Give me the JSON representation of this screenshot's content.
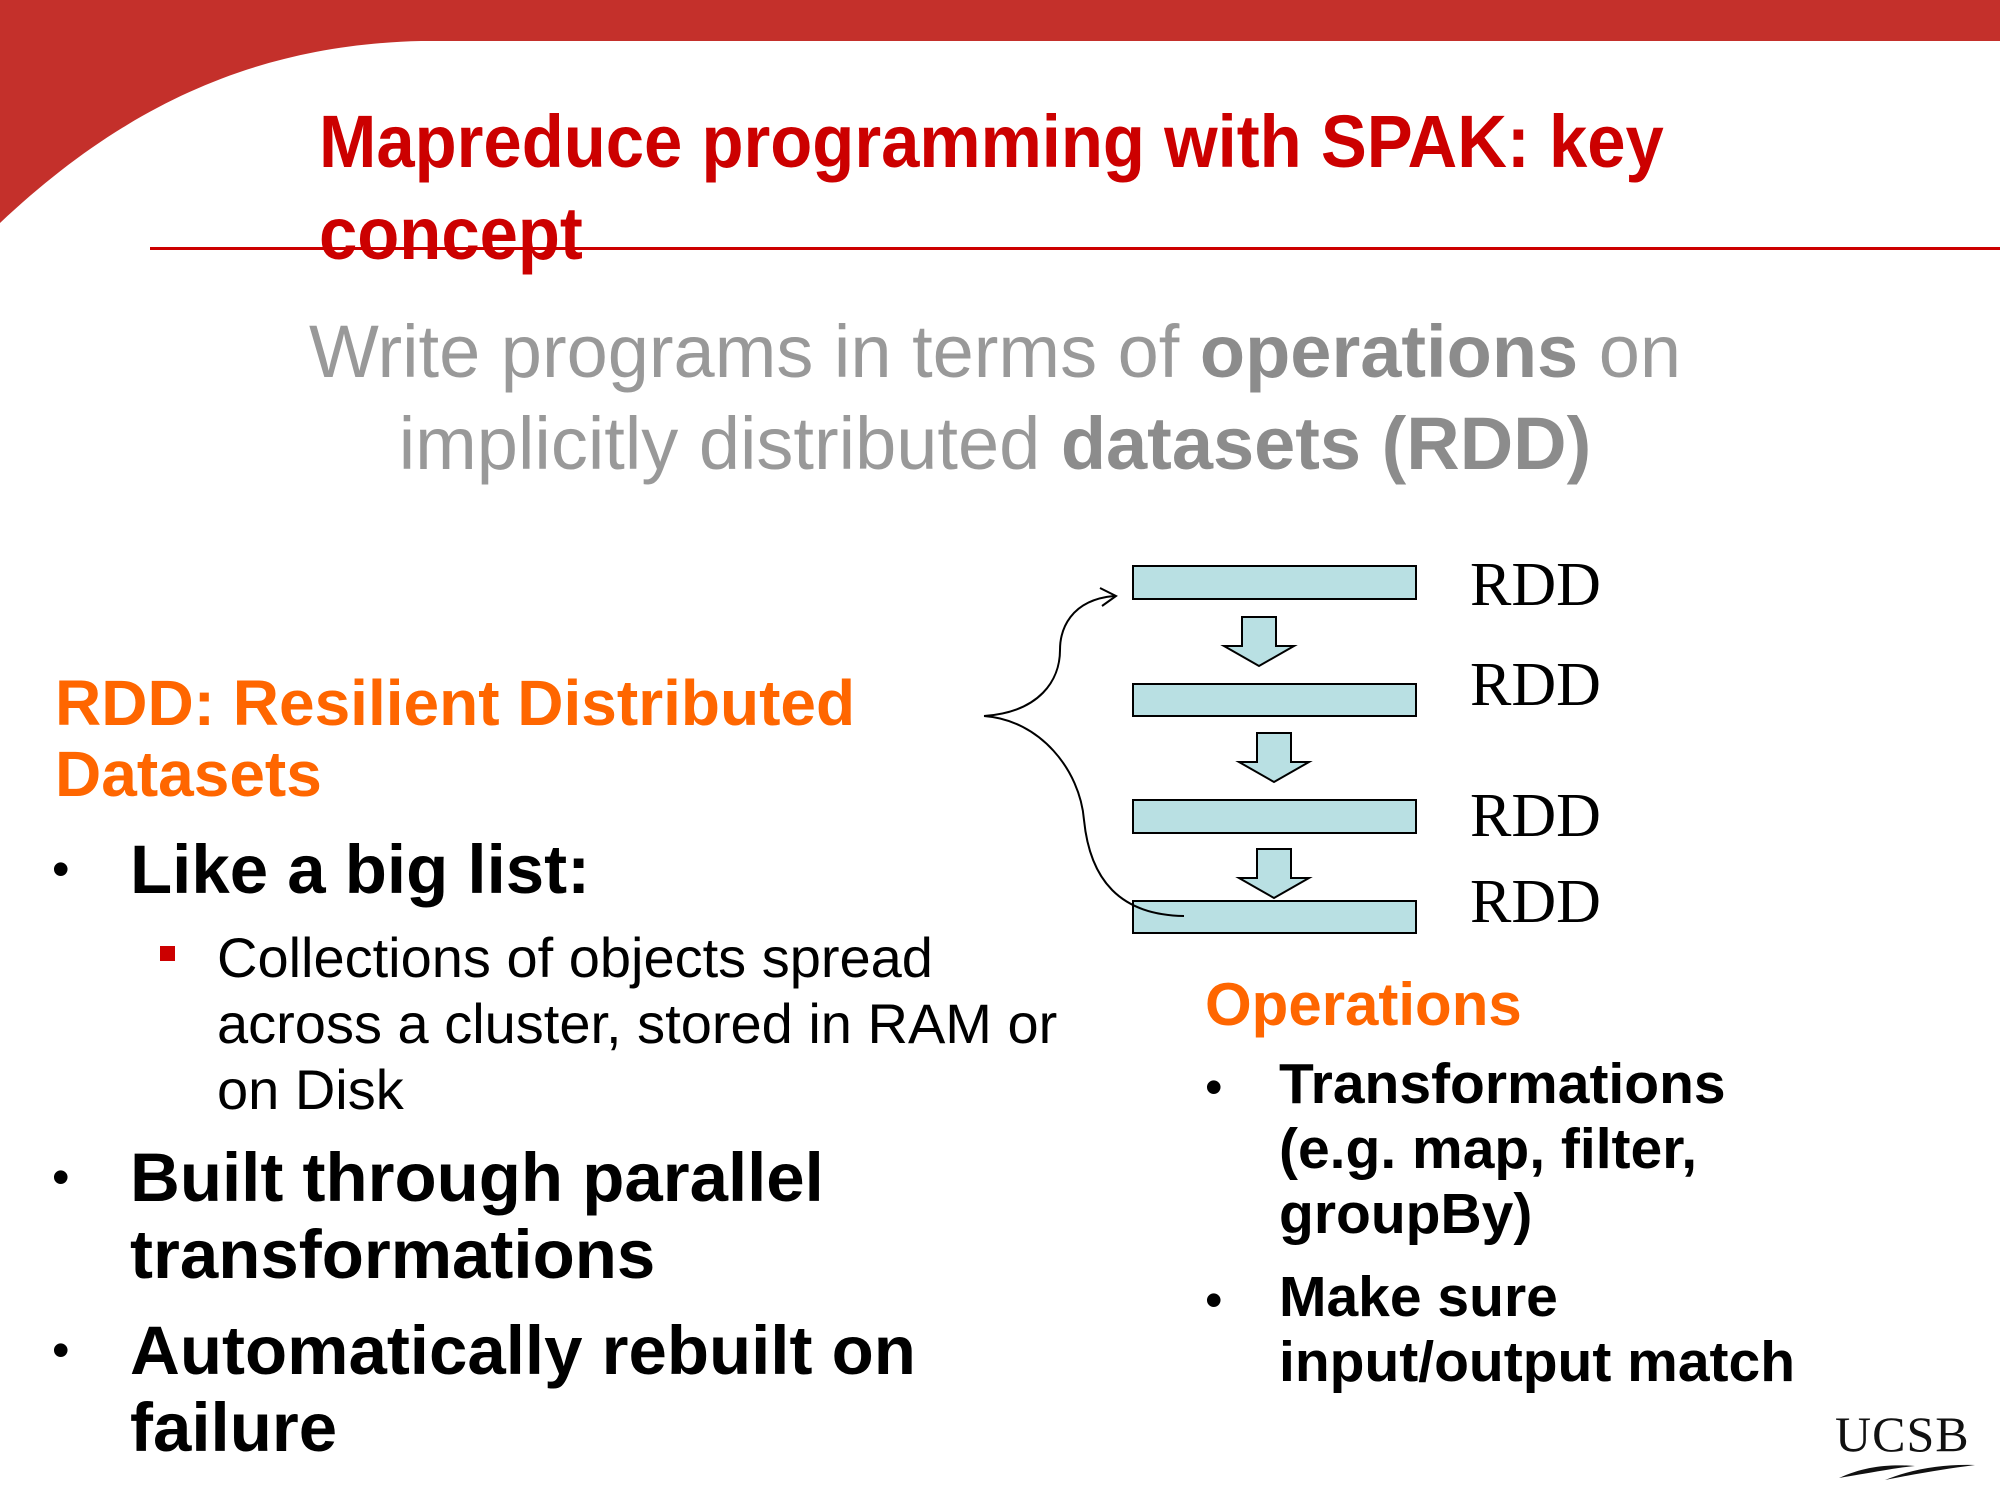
{
  "title": {
    "line1": "Mapreduce programming with SPAK: key",
    "line2": "concept"
  },
  "subtitle": {
    "line1_pre": "Write programs in terms of ",
    "line1_bold": "operations",
    "line1_post": " on",
    "line2_pre": "implicitly distributed ",
    "line2_bold": "datasets (RDD)"
  },
  "rdd_section": {
    "heading_line1": "RDD: Resilient Distributed",
    "heading_line2": "Datasets",
    "bullets": [
      {
        "lines": [
          "Like a big list:"
        ],
        "sub": [
          "Collections of objects spread",
          "across a cluster, stored in RAM or",
          "on Disk"
        ]
      },
      {
        "lines": [
          "Built through parallel",
          "transformations"
        ]
      },
      {
        "lines": [
          "Automatically rebuilt on",
          "failure"
        ]
      }
    ]
  },
  "diagram": {
    "labels": [
      "RDD",
      "RDD",
      "RDD",
      "RDD"
    ],
    "bar_color": "#b9e0e3"
  },
  "operations": {
    "heading": "Operations",
    "bullets": [
      {
        "lines": [
          "Transformations",
          "(e.g. map, filter,",
          "groupBy)"
        ]
      },
      {
        "lines": [
          "Make sure",
          "input/output match"
        ]
      }
    ]
  },
  "logo": "UCSB",
  "colors": {
    "brand_red": "#c4302b",
    "title_red": "#cc0000",
    "accent_orange": "#ff6600",
    "subtitle_gray": "#999999"
  }
}
